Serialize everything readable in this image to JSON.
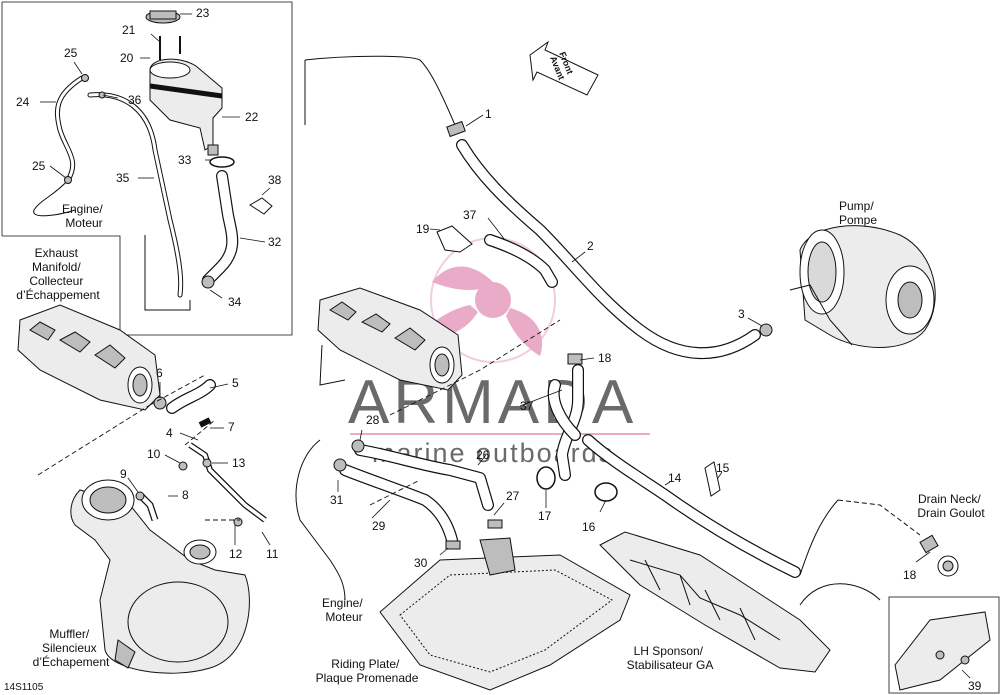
{
  "labels": {
    "engine_moteur_top": [
      "Engine/",
      "Moteur"
    ],
    "exhaust_manifold": [
      "Exhaust",
      "Manifold/",
      "Collecteur",
      "d’Échappement"
    ],
    "muffler": [
      "Muffler/",
      "Silencieux",
      "d’Échapement"
    ],
    "engine_moteur_bottom": [
      "Engine/",
      "Moteur"
    ],
    "riding_plate": [
      "Riding Plate/",
      "Plaque Promenade"
    ],
    "lh_sponson": [
      "LH Sponson/",
      "Stabilisateur GA"
    ],
    "pump": [
      "Pump/",
      "Pompe"
    ],
    "drain_neck": [
      "Drain Neck/",
      "Drain Goulot"
    ],
    "front_arrow": [
      "Front",
      "Avant"
    ]
  },
  "callouts": [
    "1",
    "2",
    "3",
    "4",
    "5",
    "6",
    "7",
    "8",
    "9",
    "10",
    "11",
    "12",
    "13",
    "14",
    "15",
    "16",
    "17",
    "18",
    "18",
    "19",
    "20",
    "21",
    "22",
    "23",
    "24",
    "25",
    "25",
    "26",
    "27",
    "28",
    "29",
    "30",
    "31",
    "32",
    "33",
    "34",
    "35",
    "36",
    "37",
    "37",
    "38",
    "39"
  ],
  "watermark": {
    "brand": "ARMADA",
    "tagline": "marine outboards",
    "color": "#e8a2c4"
  },
  "figure_code": "14S1105"
}
